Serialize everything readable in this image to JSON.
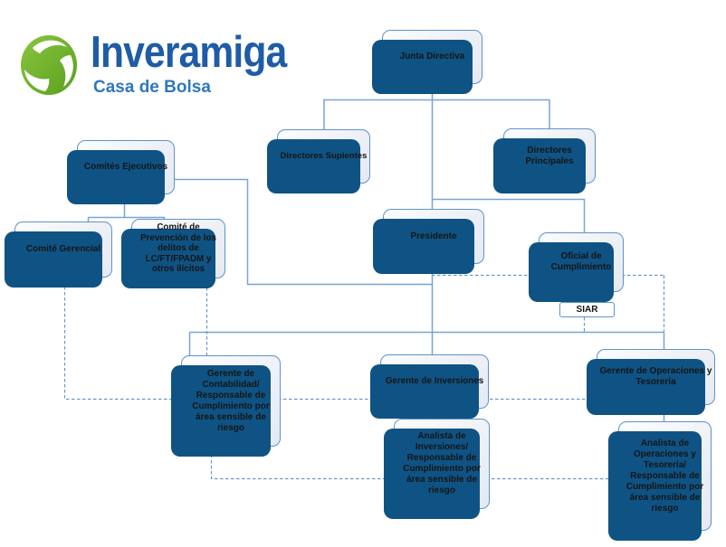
{
  "logo": {
    "brand": "Inveramiga",
    "tagline": "Casa de Bolsa"
  },
  "colors": {
    "shadow_blue": "#0f5384",
    "box_border_blue": "#5e92cc",
    "connector_blue": "#79a3d6",
    "dashed_blue": "#6699cc",
    "brand_blue": "#1e5ca6",
    "tagline_blue": "#2e78bd",
    "logo_green": "#68ab2b",
    "box_fill": "#eef1f6",
    "text": "#151515"
  },
  "nodes": [
    {
      "id": "junta-directiva",
      "label": "Junta Directiva"
    },
    {
      "id": "directores-suplentes",
      "label": "Directores Suplentes"
    },
    {
      "id": "directores-principales",
      "label": "Directores Principales"
    },
    {
      "id": "comites-ejecutivos",
      "label": "Comités Ejecutivos"
    },
    {
      "id": "comite-gerencial",
      "label": "Comité Gerencial"
    },
    {
      "id": "comite-prevencion",
      "label": "Comité de Prevención de los delitos de LC/FT/FPADM y otros ilícitos"
    },
    {
      "id": "presidente",
      "label": "Presidente"
    },
    {
      "id": "oficial-cumplimiento",
      "label": "Oficial de Cumplimiento"
    },
    {
      "id": "siar",
      "label": "SIAR"
    },
    {
      "id": "gerente-contabilidad",
      "label": "Gerente de Contabilidad/ Responsable de Cumplimiento por área sensible de riesgo"
    },
    {
      "id": "gerente-inversiones",
      "label": "Gerente de Inversiones"
    },
    {
      "id": "gerente-operaciones",
      "label": "Gerente de Operaciones y Tesorería"
    },
    {
      "id": "analista-inversiones",
      "label": "Analista de Inversiones/ Responsable de Cumplimiento por área sensible de riesgo"
    },
    {
      "id": "analista-operaciones",
      "label": "Analista de Operaciones y Tesorería/ Responsable de Cumplimiento por área sensible de riesgo"
    }
  ],
  "edges": [
    {
      "from": "junta-directiva",
      "to": "directores-suplentes",
      "style": "solid"
    },
    {
      "from": "junta-directiva",
      "to": "directores-principales",
      "style": "solid"
    },
    {
      "from": "junta-directiva",
      "to": "presidente",
      "style": "solid"
    },
    {
      "from": "junta-directiva",
      "to": "oficial-cumplimiento",
      "style": "solid"
    },
    {
      "from": "comites-ejecutivos",
      "to": "comite-gerencial",
      "style": "solid"
    },
    {
      "from": "comites-ejecutivos",
      "to": "comite-prevencion",
      "style": "solid"
    },
    {
      "from": "comites-ejecutivos",
      "to": "presidente",
      "style": "solid"
    },
    {
      "from": "presidente",
      "to": "gerente-contabilidad",
      "style": "solid"
    },
    {
      "from": "presidente",
      "to": "gerente-inversiones",
      "style": "solid"
    },
    {
      "from": "presidente",
      "to": "gerente-operaciones",
      "style": "solid"
    },
    {
      "from": "gerente-inversiones",
      "to": "analista-inversiones",
      "style": "solid"
    },
    {
      "from": "gerente-operaciones",
      "to": "analista-operaciones",
      "style": "solid"
    },
    {
      "from": "presidente",
      "to": "oficial-cumplimiento",
      "style": "dashed"
    },
    {
      "from": "oficial-cumplimiento",
      "to": "siar",
      "style": "dashed"
    },
    {
      "from": "oficial-cumplimiento",
      "to": "gerente-operaciones",
      "style": "dashed"
    },
    {
      "from": "comite-gerencial",
      "to": "gerente-contabilidad",
      "style": "dashed"
    },
    {
      "from": "comite-prevencion",
      "to": "gerente-contabilidad",
      "style": "dashed"
    },
    {
      "from": "gerente-contabilidad",
      "to": "analista-inversiones",
      "style": "dashed"
    },
    {
      "from": "gerente-contabilidad",
      "to": "analista-operaciones",
      "style": "dashed"
    }
  ]
}
